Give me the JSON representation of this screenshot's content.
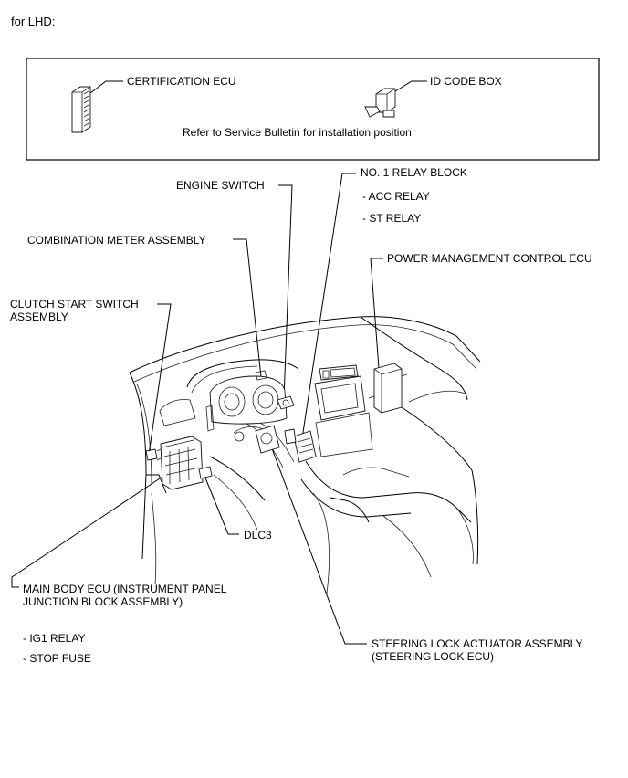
{
  "header": {
    "text": "for LHD:"
  },
  "box": {
    "certification_ecu": "CERTIFICATION ECU",
    "id_code_box": "ID CODE BOX",
    "note": "Refer to Service Bulletin for installation position"
  },
  "labels": {
    "engine_switch": "ENGINE SWITCH",
    "relay_block": "NO. 1 RELAY BLOCK",
    "acc_relay": "- ACC RELAY",
    "st_relay": "- ST RELAY",
    "combination_meter": "COMBINATION METER ASSEMBLY",
    "power_mgmt_ecu": "POWER MANAGEMENT CONTROL ECU",
    "clutch_switch": "CLUTCH START SWITCH\nASSEMBLY",
    "dlc3": "DLC3",
    "main_body_ecu": "MAIN BODY ECU (INSTRUMENT PANEL\nJUNCTION BLOCK ASSEMBLY)",
    "ig1_relay": "- IG1 RELAY",
    "stop_fuse": "- STOP FUSE",
    "steering_lock": "STEERING LOCK ACTUATOR ASSEMBLY\n(STEERING LOCK ECU)"
  }
}
